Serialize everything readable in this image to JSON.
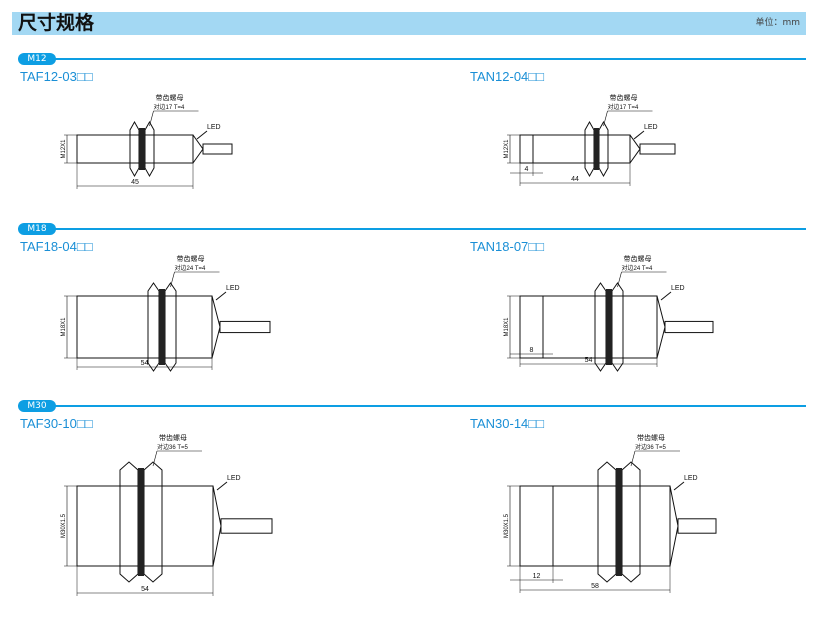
{
  "header": {
    "title": "尺寸规格",
    "unit": "单位：mm"
  },
  "sections": [
    {
      "label": "M12",
      "models": [
        {
          "name": "TAF12-03□□",
          "thread": "M12X1",
          "nut": "带齿螺母",
          "nut_spec": "对边17 T=4",
          "led": "LED",
          "length": "45"
        },
        {
          "name": "TAN12-04□□",
          "thread": "M12X1",
          "nut": "带齿螺母",
          "nut_spec": "对边17 T=4",
          "led": "LED",
          "length": "44",
          "step": "4"
        }
      ]
    },
    {
      "label": "M18",
      "models": [
        {
          "name": "TAF18-04□□",
          "thread": "M18X1",
          "nut": "带齿螺母",
          "nut_spec": "对边24 T=4",
          "led": "LED",
          "length": "54"
        },
        {
          "name": "TAN18-07□□",
          "thread": "M18X1",
          "nut": "带齿螺母",
          "nut_spec": "对边24 T=4",
          "led": "LED",
          "length": "54",
          "step": "8"
        }
      ]
    },
    {
      "label": "M30",
      "models": [
        {
          "name": "TAF30-10□□",
          "thread": "M30X1.5",
          "nut": "带齿螺母",
          "nut_spec": "对边36 T=5",
          "led": "LED",
          "length": "54"
        },
        {
          "name": "TAN30-14□□",
          "thread": "M30X1.5",
          "nut": "带齿螺母",
          "nut_spec": "对边36 T=5",
          "led": "LED",
          "length": "58",
          "step": "12"
        }
      ]
    }
  ]
}
